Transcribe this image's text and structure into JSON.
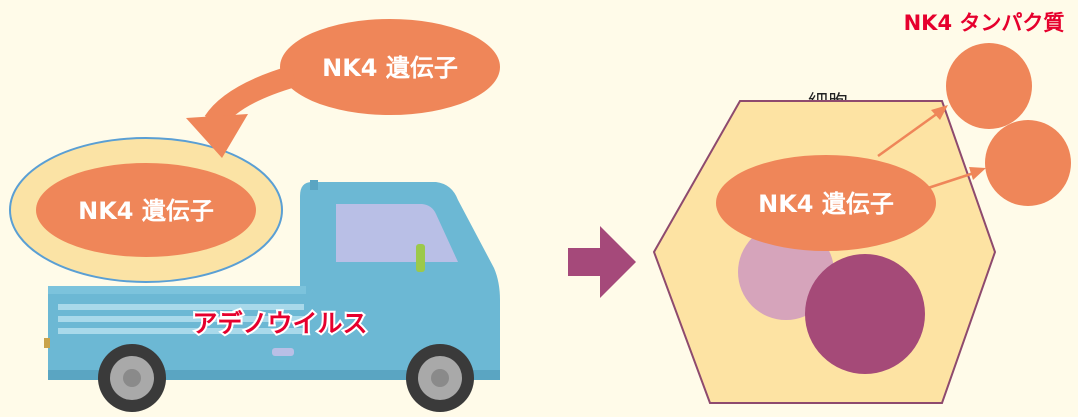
{
  "labels": {
    "gene_top": "NK4 遺伝子",
    "gene_in_virus": "NK4 遺伝子",
    "virus": "アデノウイルス",
    "cell": "細胞",
    "gene_in_cell": "NK4 遺伝子",
    "protein": "NK4 タンパク質"
  },
  "colors": {
    "background": "#fffbe9",
    "gene_fill": "#ef8659",
    "gene_text": "#ffffff",
    "capsule_outer": "#fbe3a5",
    "capsule_border": "#5a9fd4",
    "truck_body": "#6cb8d4",
    "truck_window": "#b9bfe6",
    "truck_stripe": "#a9d9ea",
    "wheel_outer": "#3a3a3a",
    "wheel_inner": "#a9a9a9",
    "virus_text": "#e6002d",
    "arrow": "#a5497a",
    "cell_fill": "#fde3a3",
    "cell_border": "#8e4a6e",
    "nucleus_large": "#a54a78",
    "nucleus_small": "#d6a4bb",
    "protein_title": "#e6002d",
    "protein_ball": "#ef8659",
    "cell_label": "#222222"
  },
  "icons": {
    "curved_arrow": "curved-arrow-icon",
    "transition_arrow": "right-arrow-icon",
    "truck": "truck-icon"
  }
}
